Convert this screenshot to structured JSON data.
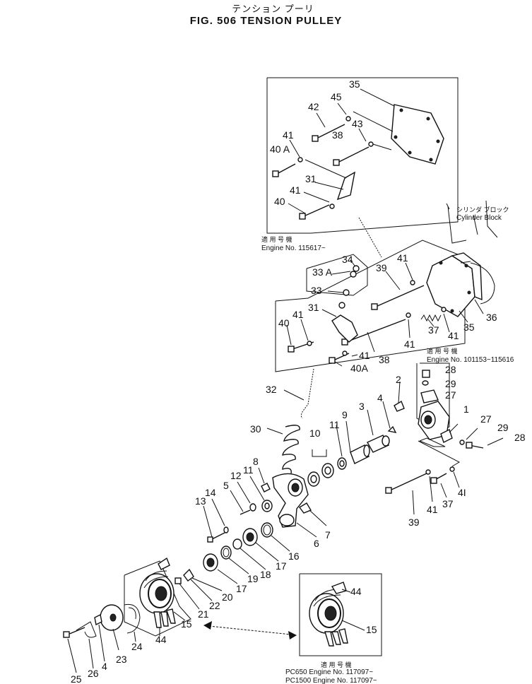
{
  "title": {
    "japanese": "テンション プーリ",
    "english": "FIG. 506  TENSION PULLEY"
  },
  "notes": {
    "box_top_jp": "適 用 号 機",
    "box_top_engine": "Engine No. 115617~",
    "cylinder_block_jp": "シリンダ ブロック",
    "cylinder_block_en": "Cylinder Block",
    "box_mid_jp": "適 用 号 機",
    "box_mid_engine": "Engine No. 101153~115616",
    "box_bottom_jp": "適 用 号 機",
    "box_bottom_line1": "PC650   Engine No. 117097~",
    "box_bottom_line2": "PC1500  Engine No. 117097~"
  },
  "callouts": {
    "c35a": "35",
    "c45": "45",
    "c42": "42",
    "c43": "43",
    "c38a": "38",
    "c41a": "41",
    "c40A_a": "40 A",
    "c31a": "31",
    "c41b": "41",
    "c40a": "40",
    "c34": "34",
    "c33A": "33 A",
    "c33": "33",
    "c39a": "39",
    "c41c": "41",
    "c31b": "31",
    "c40b": "40",
    "c41d": "41",
    "c41e": "41",
    "c40A_b": "40A",
    "c38b": "38",
    "c41f": "41",
    "c37a": "37",
    "c41g": "41",
    "c35b": "35",
    "c36": "36",
    "c28a": "28",
    "c29a": "29",
    "c27a": "27",
    "c2": "2",
    "c4a": "4",
    "c3": "3",
    "c1": "1",
    "c27b": "27",
    "c29b": "29",
    "c28b": "28",
    "c32": "32",
    "c9": "9",
    "c11a": "11",
    "c10": "10",
    "c30": "30",
    "c8": "8",
    "c11b": "11",
    "c12": "12",
    "c5": "5",
    "c14": "14",
    "c13": "13",
    "c7": "7",
    "c6": "6",
    "c16": "16",
    "c17a": "17",
    "c18": "18",
    "c19": "19",
    "c17b": "17",
    "c20": "20",
    "c22": "22",
    "c21": "21",
    "c41h": "41",
    "c37b": "37",
    "c41i": "4I",
    "c39b": "39",
    "c44a": "44",
    "c15a": "15",
    "c23": "23",
    "c24": "24",
    "c4b": "4",
    "c26": "26",
    "c25": "25",
    "c44b": "44",
    "c15b": "15"
  }
}
